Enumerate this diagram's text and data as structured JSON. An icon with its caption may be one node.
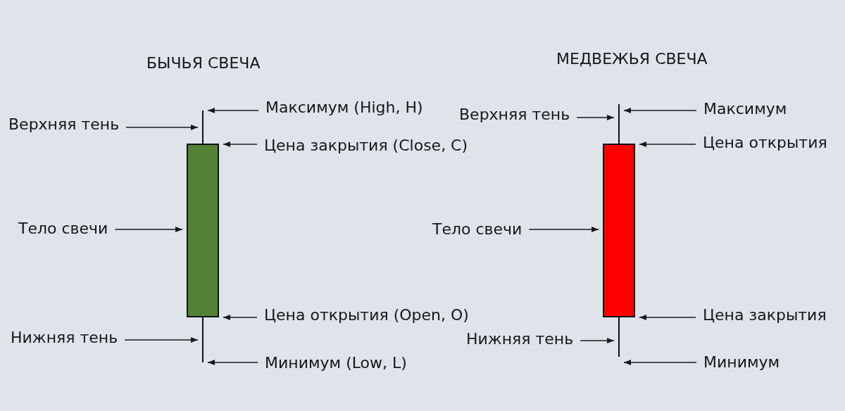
{
  "diagram": {
    "nodes": [
      {
        "text": [
          "Максимум (High, H)"
        ]
      },
      {
        "text": [
          "Верхняя тень"
        ]
      },
      {
        "text": [],
        "shape": "line"
      },
      {
        "text": [
          "Цена закрытия (Close, C)"
        ]
      },
      {
        "text": [],
        "shape": "box"
      },
      {
        "text": [
          "Тело свечи"
        ]
      },
      {
        "text": [
          "Цена открытия (Open, O)"
        ]
      },
      {
        "text": [
          "Нижняя тень"
        ]
      },
      {
        "text": [],
        "shape": "line"
      },
      {
        "text": [
          "Минимум (Low, L)"
        ]
      },
      {
        "text": [
          "Максимум"
        ]
      },
      {
        "text": [
          "Верхняя тень"
        ]
      },
      {
        "text": [],
        "shape": "line"
      },
      {
        "text": [
          "Цена открытия"
        ]
      },
      {
        "text": [],
        "shape": "box"
      },
      {
        "text": [
          "Тело свечи"
        ]
      },
      {
        "text": [
          "Цена закрытия"
        ]
      },
      {
        "text": [
          "Нижняя тень"
        ]
      },
      {
        "text": [],
        "shape": "line"
      },
      {
        "text": [
          "Минимум"
        ]
      }
    ],
    "edges": [
      {
        "from": 0,
        "to": 2,
        "arrow": "to"
      },
      {
        "from": 1,
        "to": 2,
        "arrow": "to"
      },
      {
        "from": 3,
        "to": 4,
        "arrow": "to"
      },
      {
        "from": 5,
        "to": 4,
        "arrow": "to"
      },
      {
        "from": 6,
        "to": 4,
        "arrow": "to"
      },
      {
        "from": 7,
        "to": 8,
        "arrow": "to"
      },
      {
        "from": 9,
        "to": 8,
        "arrow": "to"
      },
      {
        "from": 10,
        "to": 12,
        "arrow": "to"
      },
      {
        "from": 11,
        "to": 12,
        "arrow": "to"
      },
      {
        "from": 13,
        "to": 14,
        "arrow": "to"
      },
      {
        "from": 15,
        "to": 14,
        "arrow": "to"
      },
      {
        "from": 16,
        "to": 14,
        "arrow": "to"
      },
      {
        "from": 17,
        "to": 18,
        "arrow": "to"
      },
      {
        "from": 19,
        "to": 18,
        "arrow": "to"
      }
    ],
    "labels": [
      "БЫЧЬЯ СВЕЧА",
      "МЕДВЕЖЬЯ СВЕЧА"
    ]
  }
}
